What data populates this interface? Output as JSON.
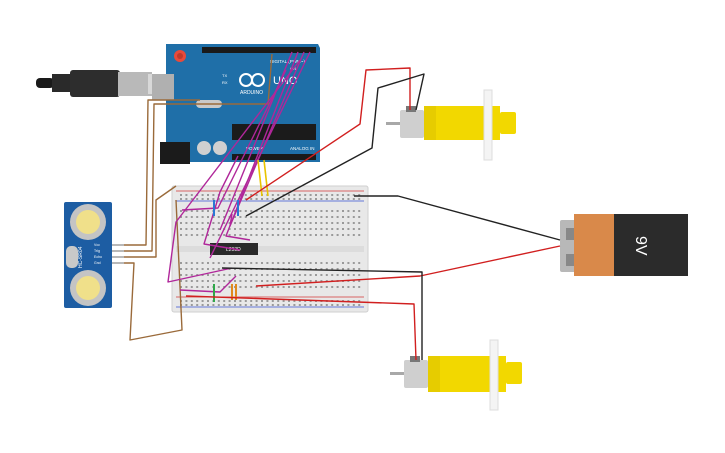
{
  "arduino": {
    "brand_text": "ARDUINO",
    "model_text": "UNO",
    "digital_header": "DIGITAL (PWM~)",
    "power_header": "POWER",
    "analog_header": "ANALOG IN",
    "tx_text": "TX",
    "rx_text": "RX",
    "on_text": "ON"
  },
  "sensor": {
    "model_text": "HC-SR04",
    "pins": [
      "Vcc",
      "Trig",
      "Echo",
      "Gnd"
    ]
  },
  "breadboard": {
    "ic_label": "L293D"
  },
  "battery": {
    "label": "9V"
  },
  "colors": {
    "arduino_board": "#1f6fa8",
    "wire_magenta": "#b0279a",
    "wire_brown": "#9a6a3a",
    "wire_red": "#d11f1f",
    "wire_black": "#222222",
    "motor_yellow": "#f2d800",
    "battery_orange": "#d9894a",
    "battery_black": "#2b2b2b",
    "breadboard": "#e9e9e9"
  }
}
